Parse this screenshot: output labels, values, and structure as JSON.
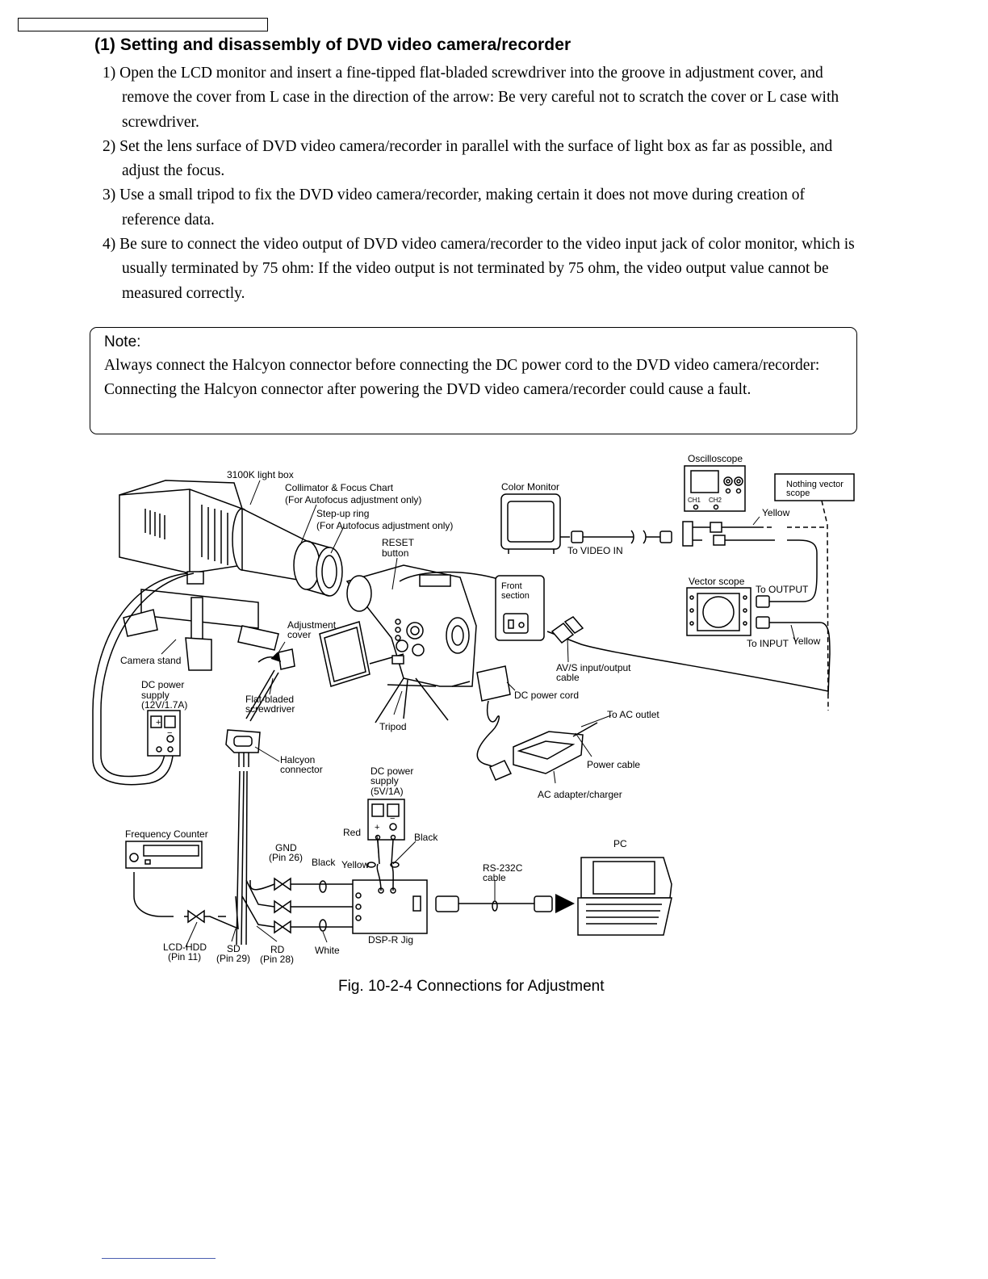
{
  "section_title": "(1)  Setting and disassembly of DVD video camera/recorder",
  "steps": [
    "1) Open the LCD monitor and insert a fine-tipped flat-bladed screwdriver into the groove in adjustment cover, and remove the cover from L case in the direction of the arrow: Be very careful not to scratch the cover or L case with screwdriver.",
    "2) Set the lens surface of DVD video camera/recorder in parallel with the surface of light box as far as possible, and adjust the focus.",
    "3) Use a small tripod to fix the DVD video camera/recorder, making certain it does not move during creation of reference data.",
    "4) Be sure to connect the video output of DVD video camera/recorder to the video input jack of color monitor, which is usually terminated by 75 ohm: If the video output is not terminated by 75 ohm, the video output value cannot be measured correctly."
  ],
  "note": {
    "title": "Note:",
    "text": "Always connect the Halcyon connector before connecting the DC power cord to the DVD video camera/recorder: Connecting the Halcyon connector after powering the DVD video camera/recorder could cause a fault."
  },
  "diagram": {
    "labels": {
      "light_box": "3100K light box",
      "collimator": "Collimator & Focus Chart",
      "collimator_note": "(For Autofocus adjustment only)",
      "stepup_ring": "Step-up ring",
      "stepup_note": "(For Autofocus adjustment only)",
      "reset_1": "RESET",
      "reset_2": "button",
      "color_monitor": "Color Monitor",
      "to_video_in": "To VIDEO IN",
      "oscilloscope": "Oscilloscope",
      "ch1": "CH1",
      "ch2": "CH2",
      "nothing_vector_1": "Nothing  vector",
      "nothing_vector_2": "scope",
      "yellow_top": "Yellow",
      "front_1": "Front",
      "front_2": "section",
      "vector_scope": "Vector scope",
      "to_output": "To OUTPUT",
      "to_input": "To INPUT",
      "yellow_bottom": "Yellow",
      "adj_cover_1": "Adjustment",
      "adj_cover_2": "cover",
      "camera_stand": "Camera stand",
      "dc_power_1": "DC power",
      "dc_power_2": "supply",
      "dc_power_3": "(12V/1.7A)",
      "flat_1": "Flat-bladed",
      "flat_2": "screwdriver",
      "avs_1": "AV/S input/output",
      "avs_2": "cable",
      "dc_cord": "DC power cord",
      "to_ac": "To AC outlet",
      "tripod": "Tripod",
      "halcyon_1": "Halcyon",
      "halcyon_2": "connector",
      "power_cable": "Power cable",
      "dc5_1": "DC power",
      "dc5_2": "supply",
      "dc5_3": "(5V/1A)",
      "ac_adapter": "AC adapter/charger",
      "freq_counter": "Frequency Counter",
      "red": "Red",
      "black_right": "Black",
      "pc": "PC",
      "gnd_1": "GND",
      "gnd_2": "(Pin 26)",
      "black_left": "Black",
      "yellow_mid": "Yellow",
      "rs232_1": "RS-232C",
      "rs232_2": "cable",
      "dsp_jig": "DSP-R Jig",
      "lcd_hdd_1": "LCD-HDD",
      "lcd_hdd_2": "(Pin 11)",
      "sd_1": "SD",
      "sd_2": "(Pin 29)",
      "rd_1": "RD",
      "rd_2": "(Pin 28)",
      "white": "White",
      "plus": "+",
      "minus": "−"
    }
  },
  "caption": "Fig. 10-2-4 Connections for Adjustment"
}
